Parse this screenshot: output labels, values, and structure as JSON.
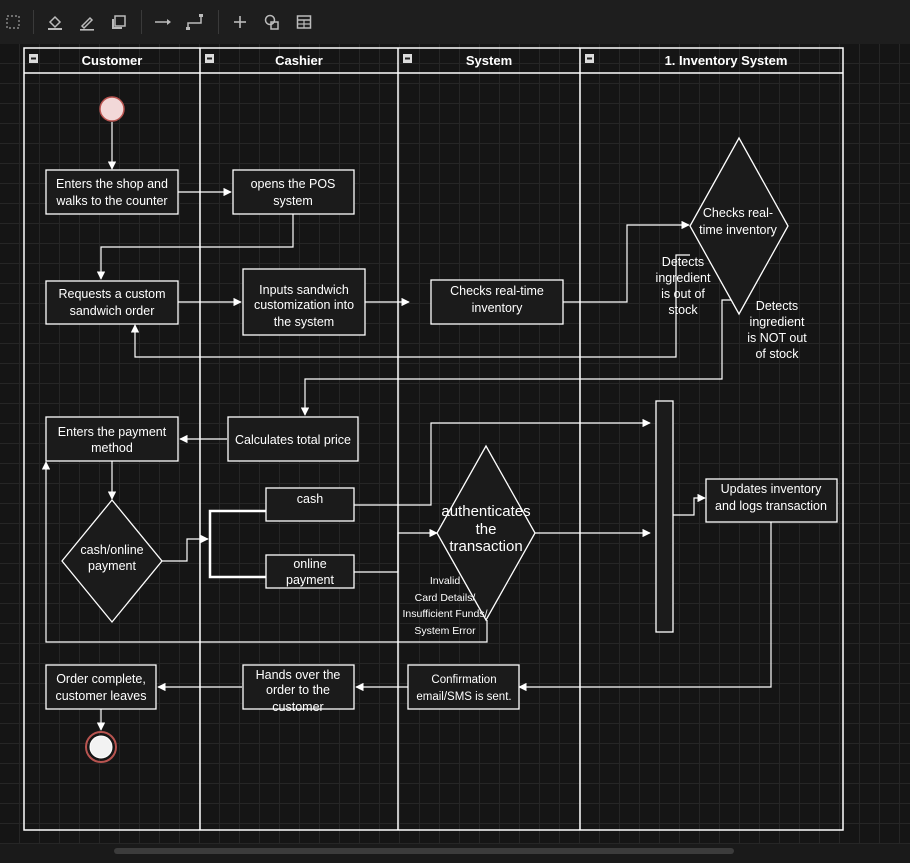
{
  "toolbar": {
    "items": [
      {
        "icon": "select-icon"
      },
      {
        "icon": "fill-icon"
      },
      {
        "icon": "line-color-icon"
      },
      {
        "icon": "shadow-icon"
      },
      {
        "icon": "connector-straight-icon"
      },
      {
        "icon": "connector-waypoint-icon"
      },
      {
        "icon": "insert-plus-icon"
      },
      {
        "icon": "shapes-icon"
      },
      {
        "icon": "table-icon"
      }
    ]
  },
  "diagram": {
    "lanes": [
      "Customer",
      "Cashier",
      "System",
      "1. Inventory System"
    ],
    "nodes": {
      "enters_shop": [
        "Enters the shop and",
        "walks to the counter"
      ],
      "opens_pos": [
        "opens the POS",
        "system"
      ],
      "requests_custom": [
        "Requests a custom",
        "sandwich order"
      ],
      "inputs_custom": [
        "Inputs sandwich",
        "customization into",
        "the system"
      ],
      "checks_inventory": [
        "Checks real-time",
        "inventory"
      ],
      "checks_inventory_decision": [
        "Checks real-",
        "time inventory"
      ],
      "out_of_stock": [
        "Detects",
        "ingredient",
        "is out of",
        "stock"
      ],
      "not_out_of_stock": [
        "Detects",
        "ingredient",
        "is NOT out",
        "of stock"
      ],
      "enters_payment": [
        "Enters the payment",
        "method"
      ],
      "calculates_price": [
        "Calculates total price"
      ],
      "cash": [
        "cash"
      ],
      "online_payment": [
        "online",
        "payment"
      ],
      "payment_decision": [
        "cash/online",
        "payment"
      ],
      "authenticates": [
        "authenticates",
        "the",
        "transaction"
      ],
      "invalid": [
        "Invalid",
        "Card Details/",
        "Insufficient Funds/",
        "System Error"
      ],
      "updates_inventory": [
        "Updates inventory",
        "and logs transaction"
      ],
      "confirmation": [
        "Confirmation",
        "email/SMS is sent."
      ],
      "hands_over": [
        "Hands over the",
        "order to the",
        "customer"
      ],
      "order_complete": [
        "Order complete,",
        "customer leaves"
      ]
    },
    "colors": {
      "background": "#151515",
      "grid": "#262626",
      "stroke": "#ffffff",
      "node_fill": "#1b1b1b",
      "start_fill": "#f2d8d8",
      "start_stroke": "#b85450"
    }
  }
}
